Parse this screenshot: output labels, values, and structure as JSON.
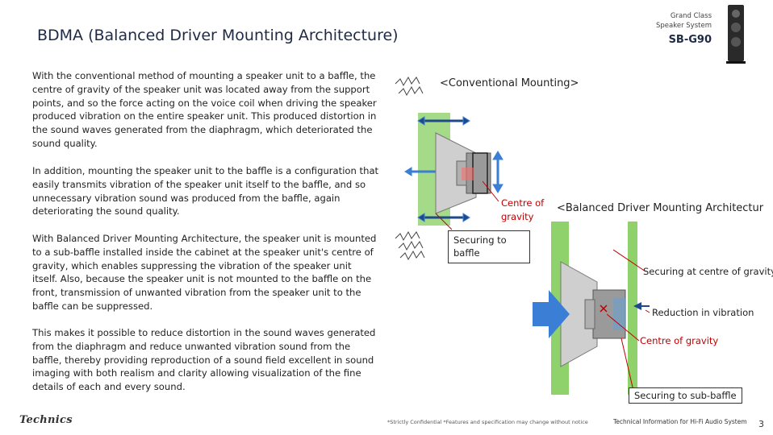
{
  "header": {
    "title": "BDMA (Balanced Driver Mounting Architecture)",
    "product_line": "Grand Class",
    "product_type": "Speaker System",
    "model": "SB-G90"
  },
  "body": {
    "paragraphs": [
      "With the conventional method of mounting a speaker unit to a baffle, the centre of gravity of the speaker unit was located away from the support points, and so the force acting on the voice coil when driving the speaker produced vibration on the entire speaker unit. This produced distortion in the sound waves generated from the diaphragm, which deteriorated the sound quality.",
      "In addition, mounting the speaker unit to the baffle is a configuration that easily transmits vibration of the speaker unit itself to the baffle, and so unnecessary vibration sound was produced from the baffle, again deteriorating the sound quality.",
      "With Balanced Driver Mounting Architecture, the speaker unit is mounted to a sub-baffle installed inside the cabinet at the speaker unit's centre of gravity, which enables suppressing the vibration of the speaker unit itself. Also, because the speaker unit is not mounted to the baffle on the front, transmission of unwanted vibration from the speaker unit to the baffle can be suppressed.",
      "This makes it possible to reduce distortion in the sound waves generated from the diaphragm and reduce unwanted vibration sound from the baffle, thereby providing reproduction of a sound field excellent in sound imaging with both realism and clarity allowing visualization of the fine details of each and every sound."
    ]
  },
  "diagram": {
    "conventional_title": "<Conventional Mounting>",
    "bdma_title": "<Balanced Driver Mounting Architectur",
    "centre_of_gravity_left": "Centre of gravity",
    "securing_to_baffle": "Securing to baffle",
    "securing_at_centre": "Securing at centre of gravity",
    "reduction_in_vibration": "Reduction in vibration",
    "centre_of_gravity_right": "Centre of gravity",
    "securing_to_sub_baffle": "Securing to sub-baffle"
  },
  "footer": {
    "logo": "Technics",
    "confidential": "*Strictly Confidential *Features and specification may change without notice",
    "tech_info": "Technical Information for Hi-Fi Audio System",
    "page_number": "3"
  },
  "colors": {
    "title_navy": "#1f2a44",
    "label_red": "#c00000",
    "baffle_green": "#8fd16a",
    "arrow_blue": "#3a7fd5"
  }
}
